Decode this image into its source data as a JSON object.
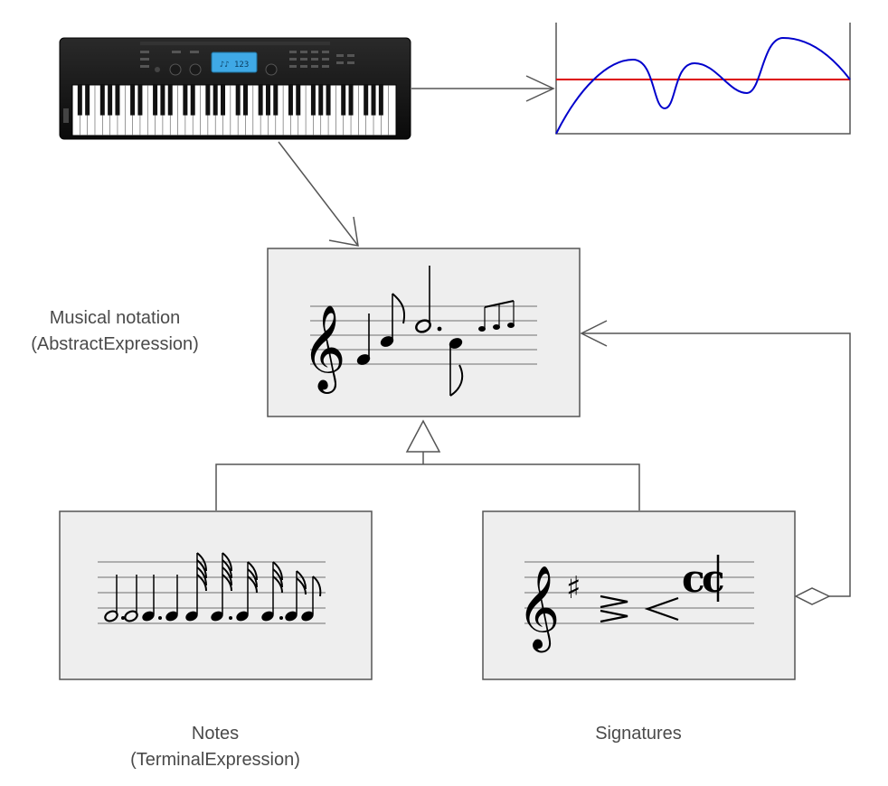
{
  "labels": {
    "musical_notation": {
      "line1": "Musical notation",
      "line2": "(AbstractExpression)"
    },
    "notes": {
      "line1": "Notes",
      "line2": "(TerminalExpression)"
    },
    "signatures": {
      "line1": "Signatures"
    }
  },
  "keyboard": {
    "lcd_text": "♪♪ 123"
  },
  "colors": {
    "box_fill": "#eeeeee",
    "box_stroke": "#555555",
    "connector": "#555555",
    "waveform_curve": "#0000cc",
    "waveform_baseline": "#dd0000",
    "lcd": "#3fa9e6"
  },
  "icons": [
    "keyboard-image",
    "waveform-icon",
    "treble-clef-icon",
    "sharp-icon",
    "accent-icon",
    "common-time-icon",
    "cut-time-icon"
  ]
}
